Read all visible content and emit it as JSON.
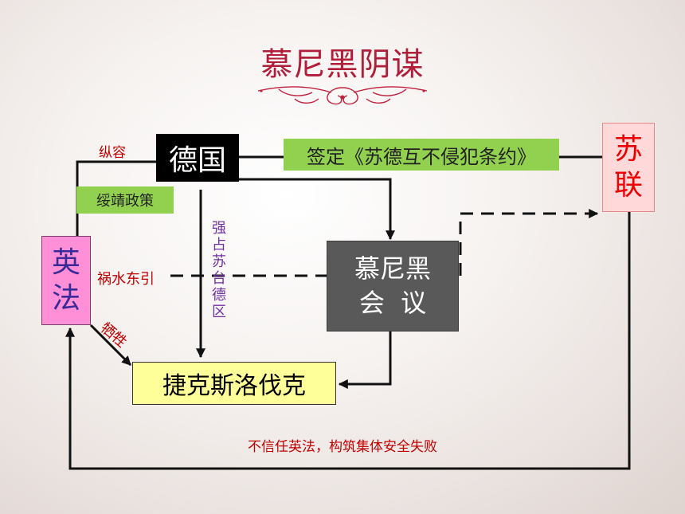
{
  "slide": {
    "title": "慕尼黑阴谋"
  },
  "nodes": {
    "germany": "德国",
    "ussr_line1": "苏",
    "ussr_line2": "联",
    "britain_france_line1": "英",
    "britain_france_line2": "法",
    "munich_line1": "慕尼黑",
    "munich_line2": "会  议",
    "czechoslovakia": "捷克斯洛伐克",
    "pact": "签定《苏德互不侵犯条约》",
    "appeasement": "绥靖政策"
  },
  "labels": {
    "indulge": "纵容",
    "eastward": "祸水东引",
    "sacrifice": "牺牲",
    "seize": "强占苏台德区",
    "distrust": "不信任英法，构筑集体安全失败"
  },
  "colors": {
    "title": "#b01e3a",
    "red_text": "#c00000",
    "purple_text": "#7030a0",
    "green_box": "#92d050",
    "yellow_box": "#ffff99",
    "pink_box": "#ff8fd6",
    "ussr_box": "#ffd9d9",
    "munich_box": "#595959"
  }
}
